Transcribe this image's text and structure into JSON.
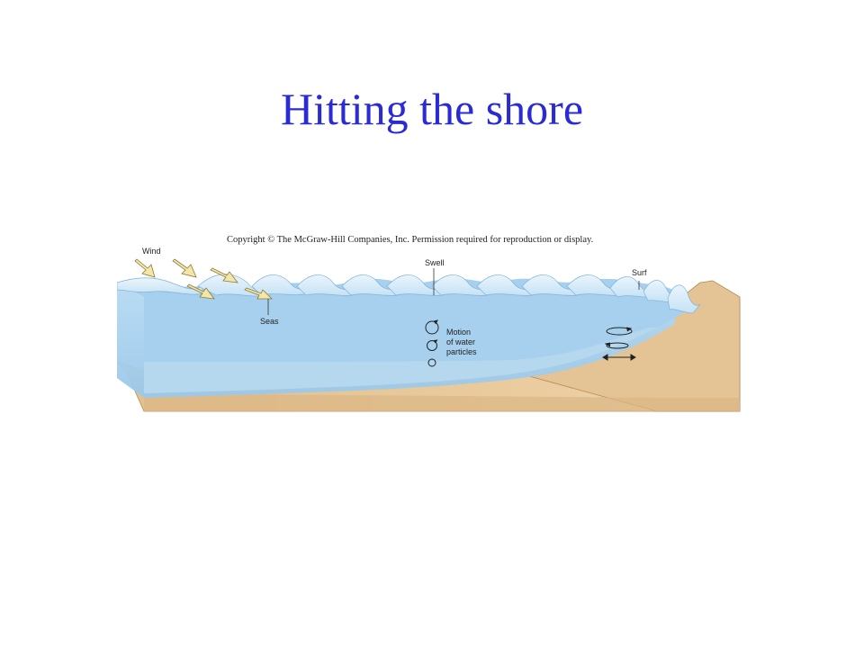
{
  "slide": {
    "title": "Hitting the shore"
  },
  "figure": {
    "copyright": "Copyright © The McGraw-Hill Companies, Inc. Permission required for reproduction or display.",
    "labels": {
      "wind": "Wind",
      "swell": "Swell",
      "surf": "Surf",
      "seas": "Seas",
      "motion_line1": "Motion",
      "motion_line2": "of water",
      "motion_line3": "particles"
    },
    "colors": {
      "water_top": "#d9ecf8",
      "water_front": "#a9d2ef",
      "water_deep": "#93c3e6",
      "sand": "#e6c79a",
      "sand_dark": "#d3aa72",
      "arrow_fill": "#f3e6a8",
      "title": "#2b2bd6"
    }
  }
}
